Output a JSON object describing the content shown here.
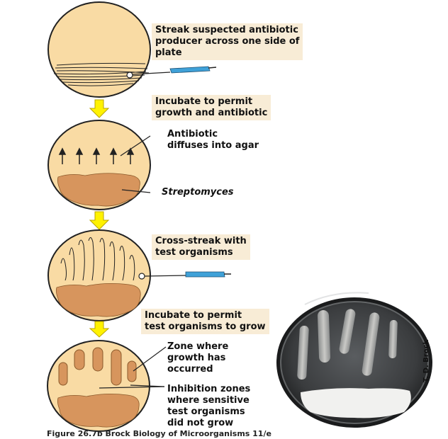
{
  "labels": {
    "step1": "Streak suspected antibiotic\nproducer across one side of\nplate",
    "step2": "Incubate to permit\ngrowth and antibiotic",
    "diffuses": "Antibiotic\ndiffuses into agar",
    "streptomyces": "Streptomyces",
    "step3": "Cross-streak with\ntest organisms",
    "step4": "Incubate to permit\ntest organisms to grow",
    "zone_growth": "Zone where\ngrowth has\noccurred",
    "inhibition": "Inhibition zones\nwhere sensitive\ntest organisms\ndid not grow",
    "credit": "T. D. Brock",
    "caption": "Figure 26.7b Brock Biology of Microorganisms 11/e"
  },
  "colors": {
    "plate_fill": "#f9dba4",
    "plate_stroke": "#222222",
    "colony": "#d7955d",
    "label_box": "#f8ecd6",
    "arrow_yellow": "#fff200",
    "needle_blue": "#3fa1d8"
  }
}
